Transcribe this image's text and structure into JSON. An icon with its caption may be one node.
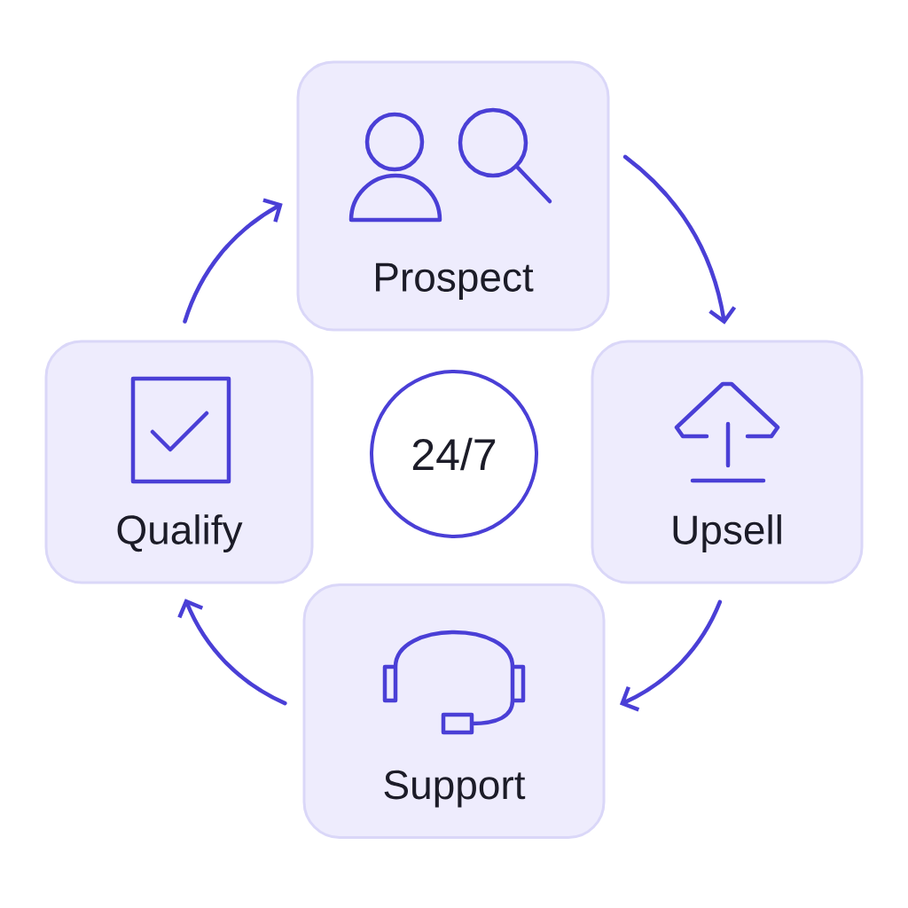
{
  "diagram": {
    "nodes": [
      {
        "text": [
          "Prospect"
        ]
      },
      {
        "text": [
          "Qualify"
        ]
      },
      {
        "text": [
          "24/7"
        ]
      },
      {
        "text": [
          "Upsell"
        ]
      },
      {
        "text": [
          "Support"
        ]
      }
    ],
    "edges": [
      {
        "from": 0,
        "to": 3,
        "arrow": "to"
      },
      {
        "from": 3,
        "to": 4,
        "arrow": "to"
      },
      {
        "from": 4,
        "to": 1,
        "arrow": "to"
      },
      {
        "from": 1,
        "to": 0,
        "arrow": "to"
      }
    ]
  }
}
